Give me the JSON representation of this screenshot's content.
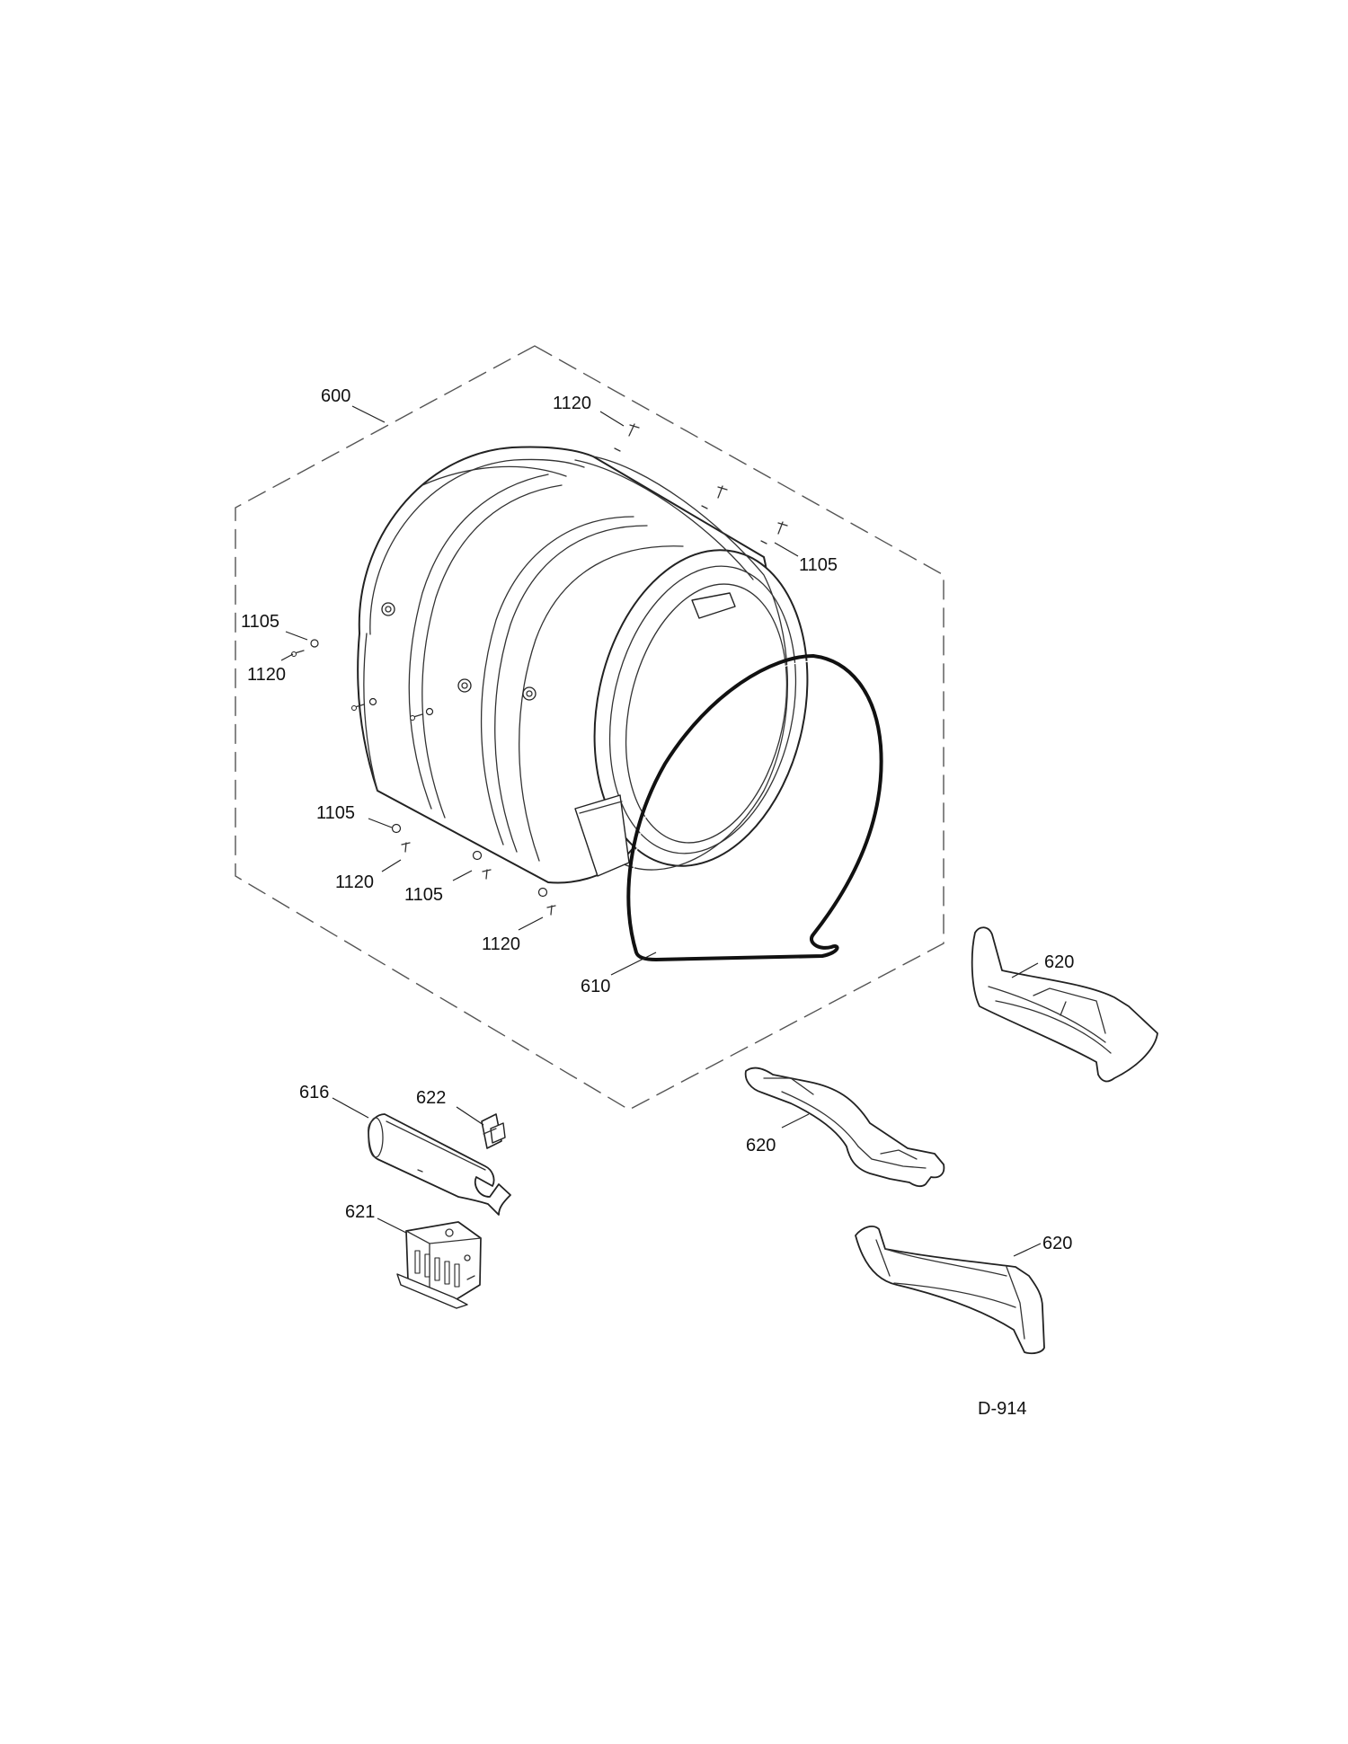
{
  "diagram": {
    "code": "D-914",
    "callouts": {
      "drum": "600",
      "screw_top": "1120",
      "screw_top_right": "1105",
      "left_1105": "1105",
      "left_1120": "1120",
      "bottom_1105_a": "1105",
      "bottom_1120_a": "1120",
      "bottom_1105_b": "1105",
      "bottom_1120_b": "1120",
      "drum_seal": "610",
      "roller_top": "620",
      "roller_mid": "620",
      "roller_bottom": "620",
      "thermostat": "616",
      "clip": "622",
      "bracket": "621"
    }
  }
}
